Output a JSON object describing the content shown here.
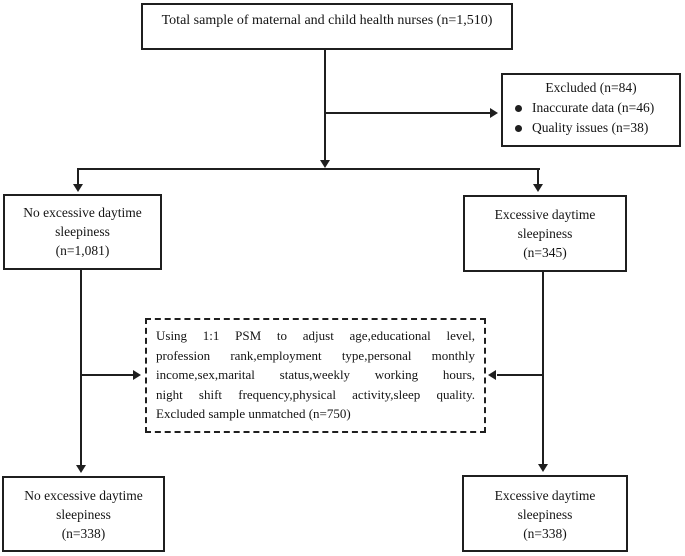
{
  "figure": {
    "type": "flowchart",
    "background_color": "#ffffff",
    "line_color": "#1f1f1f",
    "text_color": "#141414"
  },
  "boxes": {
    "total": {
      "label": "Total sample of maternal and child health nurses (n=1,510)"
    },
    "excluded": {
      "title": "Excluded (n=84)",
      "items": [
        "Inaccurate data (n=46)",
        "Quality issues (n=38)"
      ]
    },
    "no_eds_initial": {
      "lines": [
        "No excessive daytime",
        "sleepiness",
        "(n=1,081)"
      ]
    },
    "eds_initial": {
      "lines": [
        "Excessive daytime",
        "sleepiness",
        "(n=345)"
      ]
    },
    "psm": {
      "lines": [
        "Using 1:1 PSM to adjust age,educational level,",
        "profession rank,employment type,personal monthly",
        "income,sex,marital status,weekly working hours,",
        "night shift frequency,physical activity,sleep quality.",
        "Excluded sample unmatched (n=750)"
      ]
    },
    "no_eds_matched": {
      "lines": [
        "No excessive daytime",
        "sleepiness",
        "(n=338)"
      ]
    },
    "eds_matched": {
      "lines": [
        "Excessive daytime",
        "sleepiness",
        "(n=338)"
      ]
    }
  }
}
